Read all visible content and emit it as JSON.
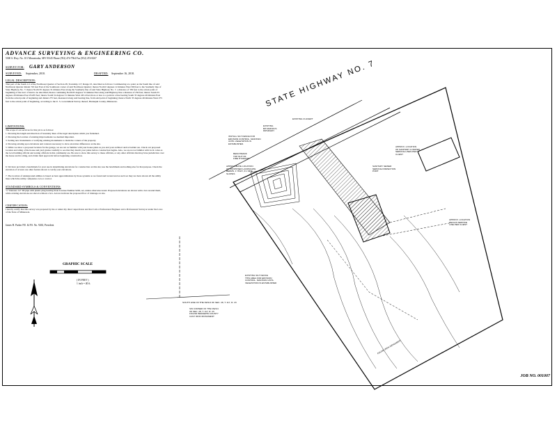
{
  "company": {
    "name": "ADVANCE SURVEYING & ENGINEERING CO.",
    "address": "5300 S. Hwy. No. 101     Minnetonka, MN 55345     Phone (952) 474-7964     Fax (952) 474-8267"
  },
  "survey_for": {
    "label": "SURVEY FOR:",
    "client": "GARY ANDERSON"
  },
  "dates": {
    "surveyed_label": "SURVEYED:",
    "surveyed_value": "September, 2010.",
    "drafted_label": "DRAFTED:",
    "drafted_value": "September 16, 2010."
  },
  "legal": {
    "heading": "LEGAL DESCRIPTION:",
    "text": "That part of the South 1/2 of the Northwest Quarter of Section 28, Township 117, Range 23, described as follows: Commencing at a point on the South line of said Northwest Quarter distant 745 feet East of the Southwest corner of said Northwest Quarter; thence North 0 degrees 12 minutes West 590 feet to the Southerly line of State Highway No. 7; thence North 65 degrees 31 minutes East along the Southerly line of said State Highway No. 7, a distance of 350 feet to the actual point of beginning of the tract of land to be described; thence continuing North 65 degrees 31 minutes East along said Highway line a distance of 250 feet; thence South 35 degrees 29 minutes East 254.85 feet; thence South 54 degrees 31 minutes West 245.4 feet more or less to a point in a line bearing South 35 degrees 46 minutes East from the actual point of beginning and distant 275 feet, measured along said bearing line, from said point of beginning; thence North 35 degrees 46 minutes West 275 feet to the actual point of beginning, according to the U. S. Government Survey thereof, Hennepin County, Minnesota."
  },
  "limitations": {
    "heading": "LIMITATIONS:",
    "intro": "The scope of our services for this job is as follows:",
    "items": [
      "1.  Showing the length and direction of boundary lines of the legal description which you furnished.",
      "2.  Showing the location of existing improvements we deemed important.",
      "3.  Setting new monuments or verifying existing monuments to mark the corners of the property.",
      "4.  Showing existing spot elevations and contours necessary to show elevation differences on the site.",
      "5.  While we show a proposed location for the garage, we are not as familiar with your house plans as you and your architect and/or builder are. Check our proposed location and siting of the house and yard grades carefully to see that they match your plans before construction begins. Also, we are not as familiar with local codes as the local building official and zoning officials in this community are. Be sure to show this survey to these officials, or any other officials that may have jurisdiction over the house and its siting, and obtain their approvals before beginning construction.",
      "6.  We have provided a benchmark for your use in determining elevations for construction on this site; use the benchmark and nothing else for that purpose. Check the elevation of at least one other feature shown to verify your elevations.",
      "7.  The location of underground utilities is based on best approximations by those systems as we found and located and as such we may not have shown all the utility lines which the utility companies own or control."
    ]
  },
  "standard": {
    "heading": "STANDARD SYMBOLS & CONVENTIONS:",
    "text": "\"o\" Denotes 1/2\" ID pipe with plastic plug bearing State License Number 9263, set, unless otherwise noted. Proposed elevations are shown with a box around them, while existing elevations are shown without a box. Arrows indicate the proposed flow of drainage on site."
  },
  "certification": {
    "heading": "CERTIFICATION:",
    "text": "I hereby certify that this survey was prepared by me or under my direct supervision and that I am a Professional Engineer and a Professional Surveyor under the Laws of the State of Minnesota.",
    "signature": "James H. Parker P.E. & P.S. No. 9263, President"
  },
  "graphic_scale": {
    "title": "GRAPHIC SCALE",
    "unit": "( IN FEET )",
    "ratio": "1 inch = 40 ft."
  },
  "plan": {
    "highway": "STATE HIGHWAY NO. 7",
    "notes": {
      "existing_culvert": "EXISTING CULVERT",
      "bituminous_driveway": "EXISTING\nBITUMINOUS\nDRIVEWAY",
      "silt_fence_1": "INSTALL SILT FENCE FOR\nEROSION CONTROL. MAINTAIN\nUNTIL VEGETATION IS\nESTABLISHED.",
      "benchmark": "BENCHMARK\nTOP NUT OF\nFIRE HYDRANT",
      "landscape": "APPROXIMATE LOCATION\nOF PROPOSED LANDSCAPE\nBERMS, 1' HIGH, 3:1 SIDE\nSLOPES",
      "sanitary_sewer": "APPROX. LOCATION\nOF SANITARY & WATER\nSERVICE LINES PER\nCLIENT",
      "sanitary_manhole": "SANITARY SEWER\nSERVICE INSPECTION\nPORT",
      "gas_service": "APPROX. LOCATION\nOF GAS SERVICE\nLINE PER CLIENT",
      "silt_fence_2": "EXISTING SILT FENCE\nTHIS AREA FOR EROSION\nCONTROL. MAINTAIN UNTIL\nVEGETATION IS ESTABLISHED",
      "found_iron": "FOUND IRON MONUMENT",
      "south_line": "SOUTH LINE OF THE NW1/4 OF SEC. 28, T. 117, R. 23",
      "corner": "SW CORNER OF THE NW1/4\nOF SEC. 28, T. 117, R. 23\nFOUND HENNEPIN COUNTY\nCAST IRON MONUMENT"
    }
  },
  "job": "JOB NO. 001007"
}
